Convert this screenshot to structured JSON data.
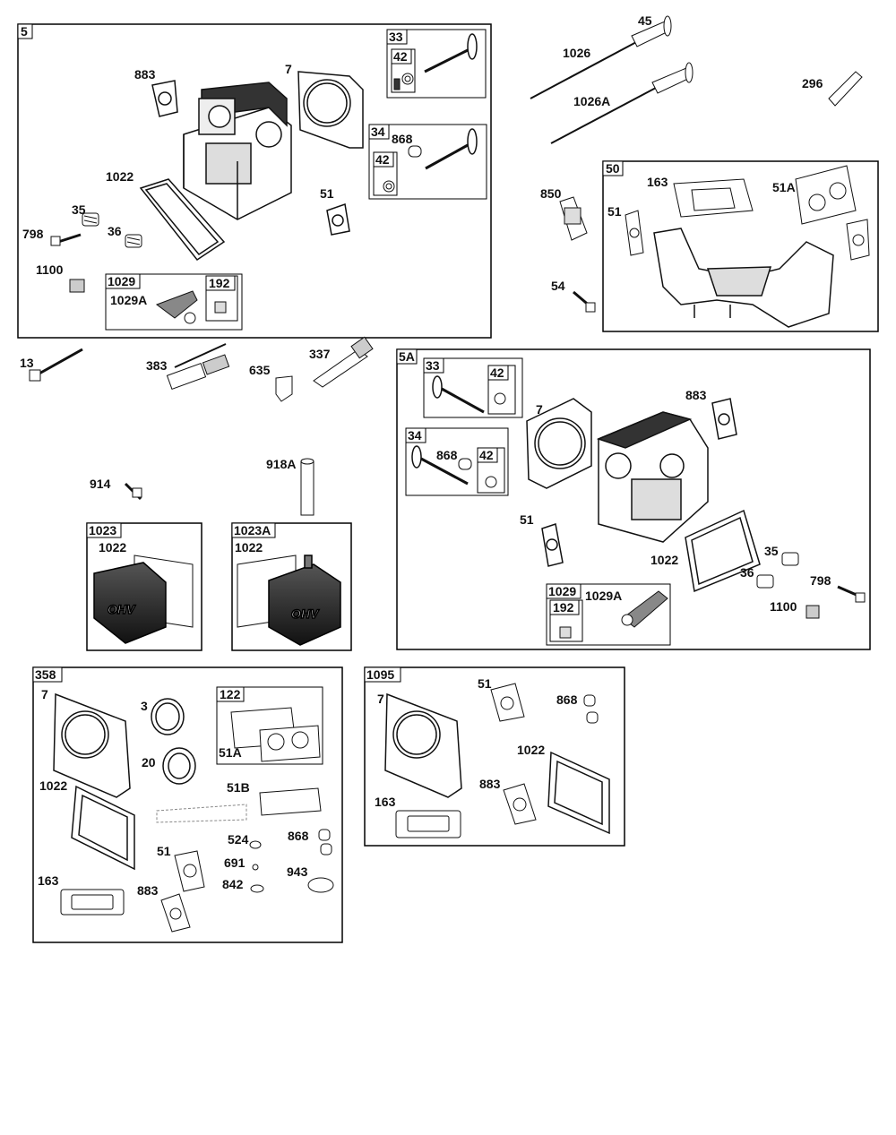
{
  "diagram": {
    "boxes": {
      "b5": "5",
      "b33": "33",
      "b42a": "42",
      "b34": "34",
      "b42b": "42",
      "b1029": "1029",
      "b192": "192",
      "b50": "50",
      "b5A": "5A",
      "b5A33": "33",
      "b5A42a": "42",
      "b5A34": "34",
      "b5A42b": "42",
      "b5A1029": "1029",
      "b5A192": "192",
      "b1023": "1023",
      "b1023A": "1023A",
      "b358": "358",
      "b122": "122",
      "b1095": "1095"
    },
    "labels": {
      "l883a": "883",
      "l7a": "7",
      "l1022a": "1022",
      "l35a": "35",
      "l798a": "798",
      "l36a": "36",
      "l51a": "51",
      "l1100a": "1100",
      "l1029Aa": "1029A",
      "l868a": "868",
      "l45": "45",
      "l1026": "1026",
      "l1026A": "1026A",
      "l296": "296",
      "l850": "850",
      "l163a": "163",
      "l51Aa": "51A",
      "l51b": "51",
      "l54": "54",
      "l13": "13",
      "l383": "383",
      "l635": "635",
      "l337": "337",
      "l918A": "918A",
      "l914": "914",
      "l1022b": "1022",
      "l1022c": "1022",
      "l7b": "7",
      "l883b": "883",
      "l868b": "868",
      "l51c": "51",
      "l1022d": "1022",
      "l35b": "35",
      "l36b": "36",
      "l798b": "798",
      "l1100b": "1100",
      "l1029Ab": "1029A",
      "l7c": "7",
      "l3": "3",
      "l20": "20",
      "l51Ab": "51A",
      "l1022e": "1022",
      "l51B": "51B",
      "l524": "524",
      "l868c": "868",
      "l51d": "51",
      "l691": "691",
      "l943": "943",
      "l163b": "163",
      "l883c": "883",
      "l842": "842",
      "l7d": "7",
      "l51e": "51",
      "l868d": "868",
      "l1022f": "1022",
      "l883d": "883",
      "l163c": "163"
    },
    "stamps": {
      "ohv": "OHV"
    }
  }
}
